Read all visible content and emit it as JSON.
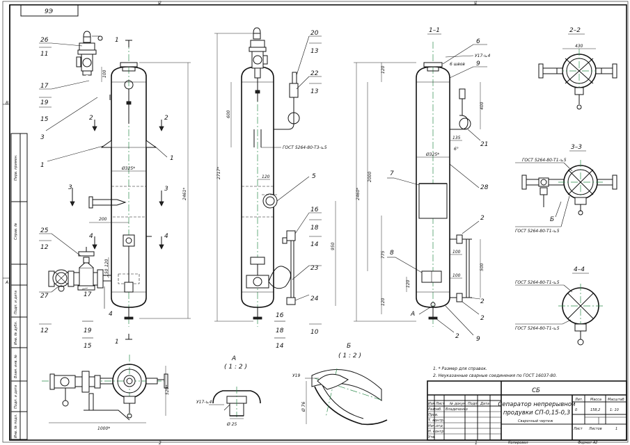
{
  "sheet": {
    "stamp_top": "9Э",
    "zone_top": [
      "2",
      "1"
    ],
    "zone_left": [
      "В",
      "А"
    ],
    "side_cells": [
      "Перв. примен.",
      "Справ. №",
      "Подп. и дата",
      "Инв. № дубл.",
      "Взам. инв. №",
      "Подп. и дата",
      "Инв. № подл."
    ],
    "bottom_copy": "Копировал",
    "bottom_format": "Формат А2"
  },
  "view_main": {
    "callouts": [
      "26",
      "11",
      "17",
      "19",
      "15",
      "3",
      "1",
      "25",
      "12",
      "27",
      "12",
      "17",
      "19",
      "15",
      "4",
      "1"
    ],
    "section_marks": [
      "1",
      "1",
      "2",
      "2",
      "3",
      "3",
      "4",
      "4"
    ],
    "dims": [
      "100",
      "Ø325*",
      "200",
      "120",
      "150",
      "2461*"
    ]
  },
  "view_middle": {
    "callouts": [
      "20",
      "13",
      "22",
      "13",
      "5",
      "16",
      "18",
      "14",
      "23",
      "24",
      "10",
      "16",
      "18",
      "14"
    ],
    "dims": [
      "600",
      "120",
      "2717*",
      "950"
    ],
    "weld_note": "ГОСТ 5264-80-Т3-⊾5"
  },
  "view_section11": {
    "label": "1–1",
    "callouts": [
      "6",
      "9",
      "7",
      "8",
      "21",
      "28",
      "2",
      "2",
      "2",
      "9",
      "2"
    ],
    "weld_mark": "У17-⊾4",
    "note_welds": "6 швов",
    "dims": [
      "120",
      "400",
      "135",
      "6°",
      "Ø325*",
      "2000",
      "2460*",
      "775",
      "500",
      "100",
      "120",
      "100",
      "120"
    ],
    "detail_mark": "А"
  },
  "section22": {
    "label": "2–2",
    "dims": [
      "430"
    ]
  },
  "section33": {
    "label": "3–3",
    "weld_1": "ГОСТ 5264-80-Т1-⊾5",
    "weld_2": "ГОСТ 5264-80-Т1-⊾5",
    "mark": "Б"
  },
  "section44": {
    "label": "4–4",
    "weld_1": "ГОСТ 5264-80-Т1-⊾5",
    "weld_2": "ГОСТ 5264-80-Т1-⊾5"
  },
  "plan_view": {
    "dims": [
      "520*",
      "1000*"
    ]
  },
  "detailA": {
    "label": "А",
    "scale": "( 1 : 2 )",
    "weld": "У17-⊾4",
    "dim": "Ø 25"
  },
  "detailB": {
    "label": "Б",
    "scale": "( 1 : 2 )",
    "weld": "У19",
    "dim": "Ø 76"
  },
  "notes": [
    "1.    * Размер для справок.",
    "2.    Неуказанные сварные соединения по ГОСТ 16037-80."
  ],
  "title_block": {
    "code": "СБ",
    "name_line1": "Сепаратор непрерывной",
    "name_line2": "продувки СП-0,15-0,3",
    "doc_type": "Сварочный чертеж",
    "headers": [
      "Лит.",
      "Масса",
      "Масштаб"
    ],
    "values": [
      "0",
      "158,2",
      "1: 10"
    ],
    "sheet_label": "Лист",
    "sheets_label": "Листов",
    "sheets_value": "1",
    "rows": [
      "Изм",
      "Лист",
      "№ докум.",
      "Подп.",
      "Дата"
    ],
    "roles": [
      "Разраб.",
      "Пров.",
      "Т. контр.",
      "Нач.отд",
      "Н. контр.",
      "Утв."
    ],
    "developer": "Владиченко"
  }
}
